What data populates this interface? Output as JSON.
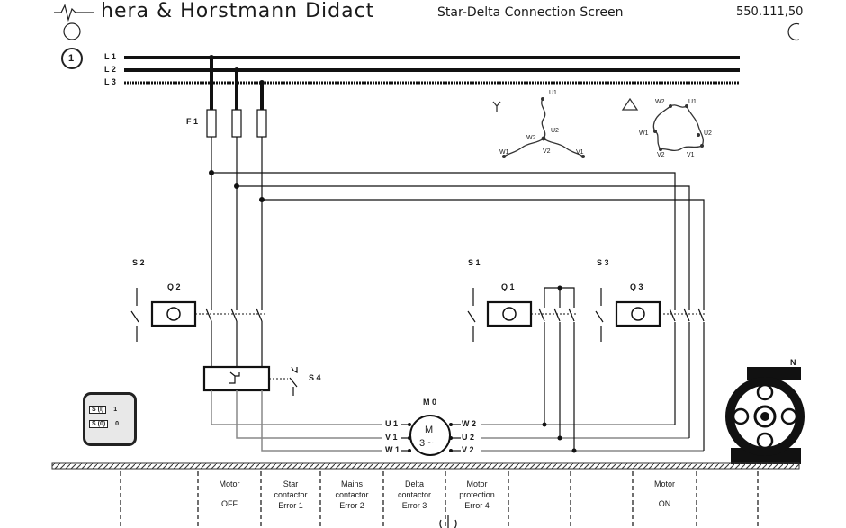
{
  "header": {
    "brand": "hera & Horstmann Didact",
    "title": "Star-Delta Connection Screen",
    "code": "550.111,50",
    "number": "1"
  },
  "lines": [
    "L 1",
    "L 2",
    "L 3"
  ],
  "labels": {
    "fuse": "F 1",
    "s2": "S 2",
    "s1": "S 1",
    "s3": "S 3",
    "s4": "S 4",
    "q2": "Q 2",
    "q1": "Q 1",
    "q3": "Q 3",
    "m0": "M 0",
    "motor_m": "M",
    "motor_3": "3 ~",
    "u1": "U 1",
    "v1": "V 1",
    "w1": "W 1",
    "w2": "W 2",
    "u2": "U 2",
    "v2": "V 2",
    "motor_n": "N"
  },
  "star": {
    "symbol": "Y",
    "u1": "U1",
    "u2": "U2",
    "v2": "V2",
    "w2": "W2",
    "w1": "W1",
    "v1": "V1"
  },
  "delta": {
    "w2": "W2",
    "u1": "U1",
    "w1": "W1",
    "u2": "U2",
    "v2": "V2",
    "v1": "V1"
  },
  "legend": {
    "row1_key": "S (I)",
    "row1_val": "1",
    "row2_key": "S (0)",
    "row2_val": "0"
  },
  "bottom_buttons": [
    {
      "line1": "Motor",
      "line2": "OFF"
    },
    {
      "line1": "Star",
      "line2": "contactor",
      "line3": "Error 1"
    },
    {
      "line1": "Mains",
      "line2": "contactor",
      "line3": "Error 2"
    },
    {
      "line1": "Delta",
      "line2": "contactor",
      "line3": "Error 3"
    },
    {
      "line1": "Motor",
      "line2": "protection",
      "line3": "Error 4"
    },
    {
      "line1": "Motor",
      "line2": "ON"
    }
  ]
}
